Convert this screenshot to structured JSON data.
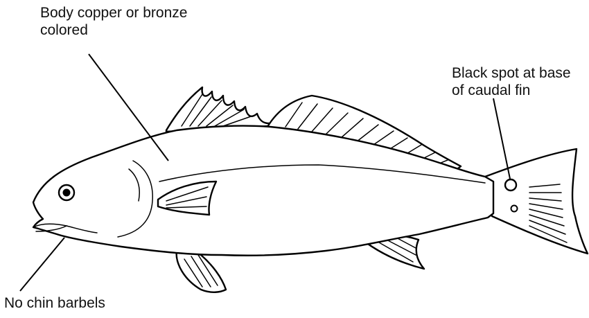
{
  "diagram": {
    "annotations": {
      "body_color": {
        "line1": "Body copper or bronze",
        "line2": "colored"
      },
      "black_spot": {
        "line1": "Black spot at base",
        "line2": "of caudal fin"
      },
      "chin": {
        "line1": "No chin barbels"
      }
    }
  }
}
